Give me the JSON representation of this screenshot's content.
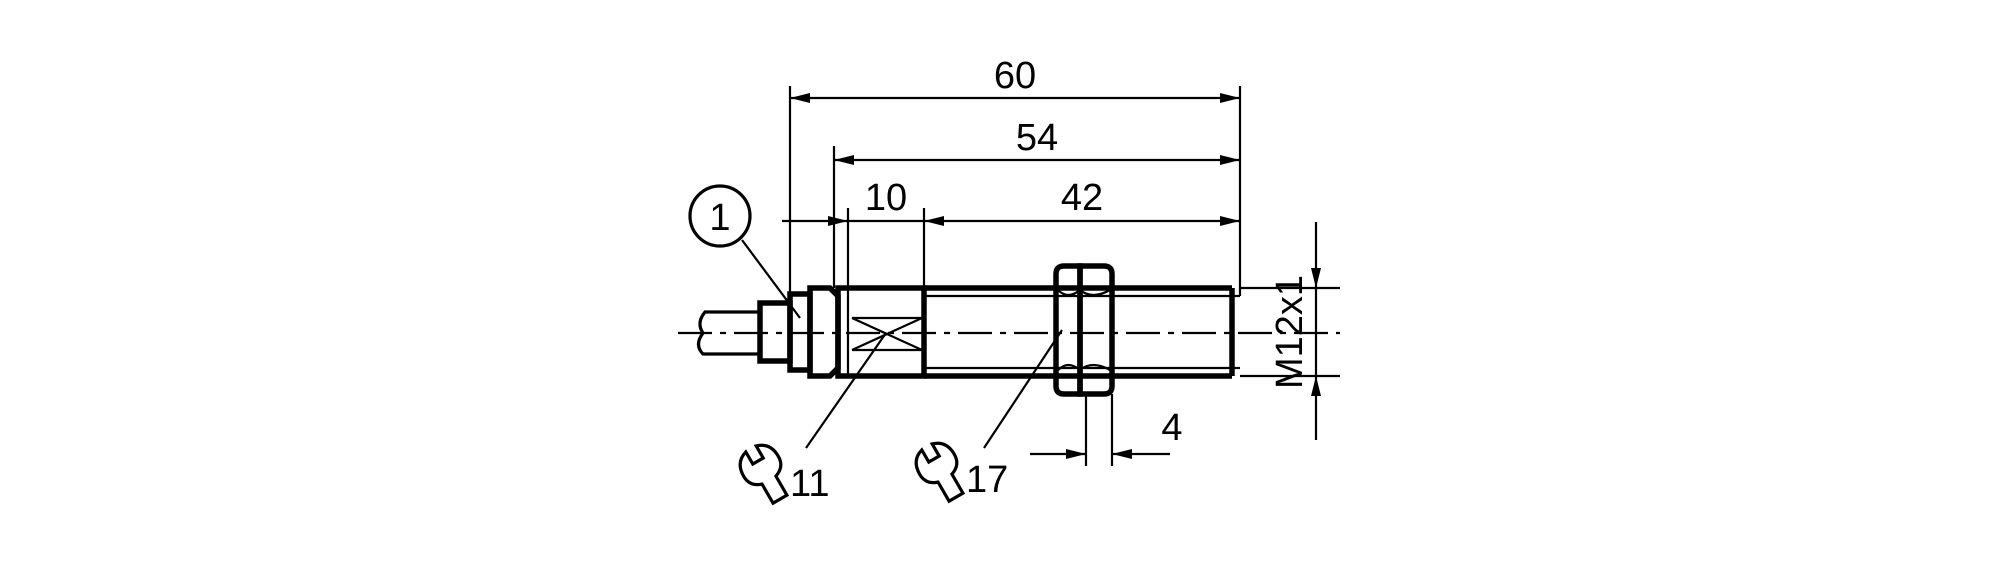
{
  "dimensions": {
    "overall_length": "60",
    "housing_length": "54",
    "flat_length": "10",
    "thread_length": "42",
    "nut_width": "4",
    "thread_size": "M12x1"
  },
  "callouts": {
    "marker": "1",
    "wrench_small_size": "11",
    "wrench_large_size": "17"
  },
  "icons": {
    "wrench_small": "wrench-icon",
    "wrench_large": "wrench-icon"
  }
}
